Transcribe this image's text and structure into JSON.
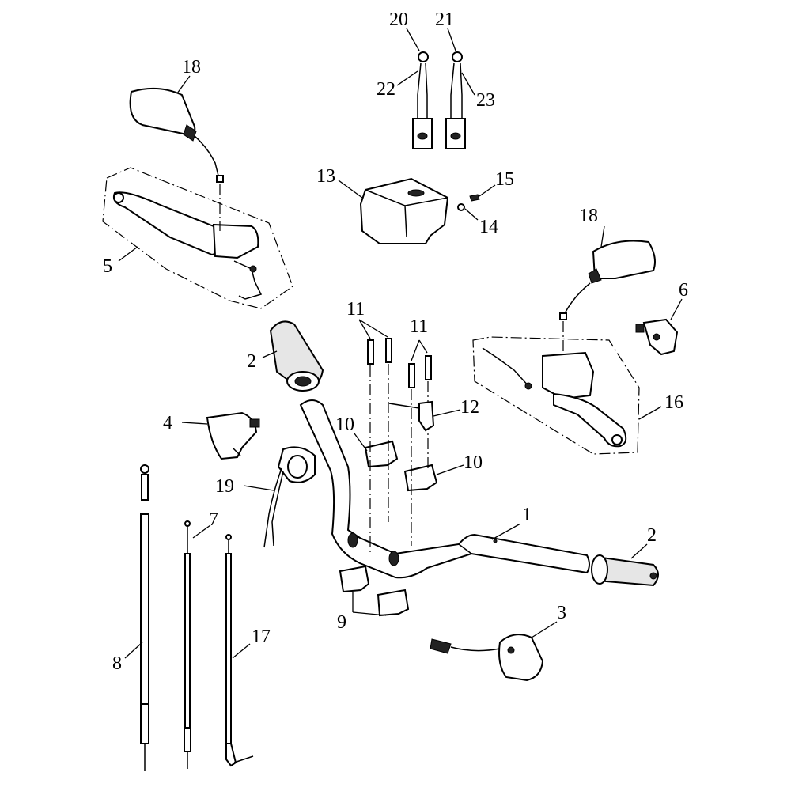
{
  "callouts": [
    {
      "id": "c1",
      "label": "1"
    },
    {
      "id": "c2a",
      "label": "2"
    },
    {
      "id": "c2b",
      "label": "2"
    },
    {
      "id": "c3",
      "label": "3"
    },
    {
      "id": "c4",
      "label": "4"
    },
    {
      "id": "c5",
      "label": "5"
    },
    {
      "id": "c6",
      "label": "6"
    },
    {
      "id": "c7",
      "label": "7"
    },
    {
      "id": "c8",
      "label": "8"
    },
    {
      "id": "c9",
      "label": "9"
    },
    {
      "id": "c10a",
      "label": "10"
    },
    {
      "id": "c10b",
      "label": "10"
    },
    {
      "id": "c11a",
      "label": "11"
    },
    {
      "id": "c11b",
      "label": "11"
    },
    {
      "id": "c12",
      "label": "12"
    },
    {
      "id": "c13",
      "label": "13"
    },
    {
      "id": "c14",
      "label": "14"
    },
    {
      "id": "c15",
      "label": "15"
    },
    {
      "id": "c16",
      "label": "16"
    },
    {
      "id": "c17",
      "label": "17"
    },
    {
      "id": "c18a",
      "label": "18"
    },
    {
      "id": "c18b",
      "label": "18"
    },
    {
      "id": "c19",
      "label": "19"
    },
    {
      "id": "c20",
      "label": "20"
    },
    {
      "id": "c21",
      "label": "21"
    },
    {
      "id": "c22",
      "label": "22"
    },
    {
      "id": "c23",
      "label": "23"
    }
  ]
}
